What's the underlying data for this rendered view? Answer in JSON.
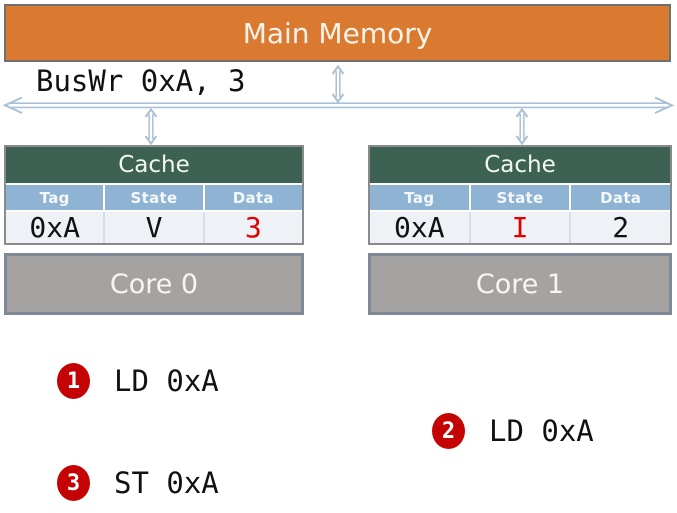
{
  "colors": {
    "orange": "#d97a30",
    "memory-border": "#6f6f6f",
    "green": "#3d6254",
    "header-blue": "#8fb3d2",
    "row-bg": "#eef1f5",
    "cache-border": "#8a8a8a",
    "core-gray": "#a5a2a2",
    "core-border": "#7c8997",
    "arrow-blue": "#a9c0d6",
    "badge-red": "#c40404",
    "highlight-red": "#e00000",
    "text-dark": "#111111"
  },
  "memory": {
    "label": "Main Memory"
  },
  "bus": {
    "label": "BusWr 0xA, 3"
  },
  "caches": [
    {
      "title": "Cache",
      "columns": [
        "Tag",
        "State",
        "Data"
      ],
      "row": {
        "tag": {
          "text": "0xA",
          "style": "color:#111111"
        },
        "state": {
          "text": "V",
          "style": "color:#111111"
        },
        "data": {
          "text": "3",
          "style": "color:#e00000"
        }
      },
      "core": {
        "label": "Core 0"
      }
    },
    {
      "title": "Cache",
      "columns": [
        "Tag",
        "State",
        "Data"
      ],
      "row": {
        "tag": {
          "text": "0xA",
          "style": "color:#111111"
        },
        "state": {
          "text": "I",
          "style": "color:#e00000"
        },
        "data": {
          "text": "2",
          "style": "color:#111111"
        }
      },
      "core": {
        "label": "Core 1"
      }
    }
  ],
  "steps": [
    {
      "num": "1",
      "label": "LD 0xA"
    },
    {
      "num": "2",
      "label": "LD 0xA"
    },
    {
      "num": "3",
      "label": "ST 0xA"
    }
  ]
}
